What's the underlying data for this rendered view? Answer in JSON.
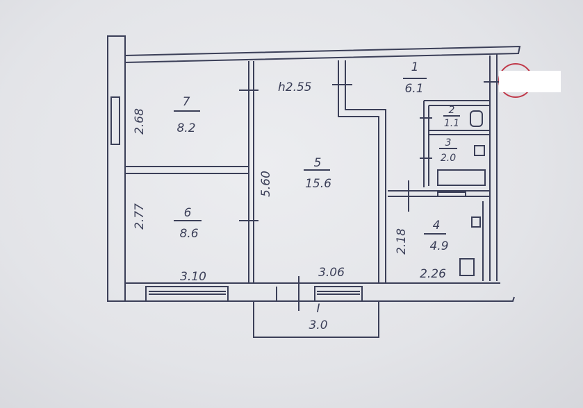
{
  "plan": {
    "ceiling_height": "h2.55",
    "rooms": [
      {
        "number": "1",
        "area": "6.1"
      },
      {
        "number": "2",
        "area": "1.1"
      },
      {
        "number": "3",
        "area": "2.0"
      },
      {
        "number": "4",
        "area": "4.9"
      },
      {
        "number": "5",
        "area": "15.6"
      },
      {
        "number": "6",
        "area": "8.6"
      },
      {
        "number": "7",
        "area": "8.2"
      }
    ],
    "dimensions": {
      "room7_width": "2.68",
      "room6_width": "2.77",
      "room5_length": "5.60",
      "room4_width": "2.18",
      "room6_length": "3.10",
      "room5_length_bottom": "3.06",
      "room4_length": "2.26"
    },
    "balcony": {
      "number": "I",
      "area": "3.0"
    },
    "colors": {
      "ink": "#3b3f58",
      "stamp": "#c0394a"
    }
  }
}
